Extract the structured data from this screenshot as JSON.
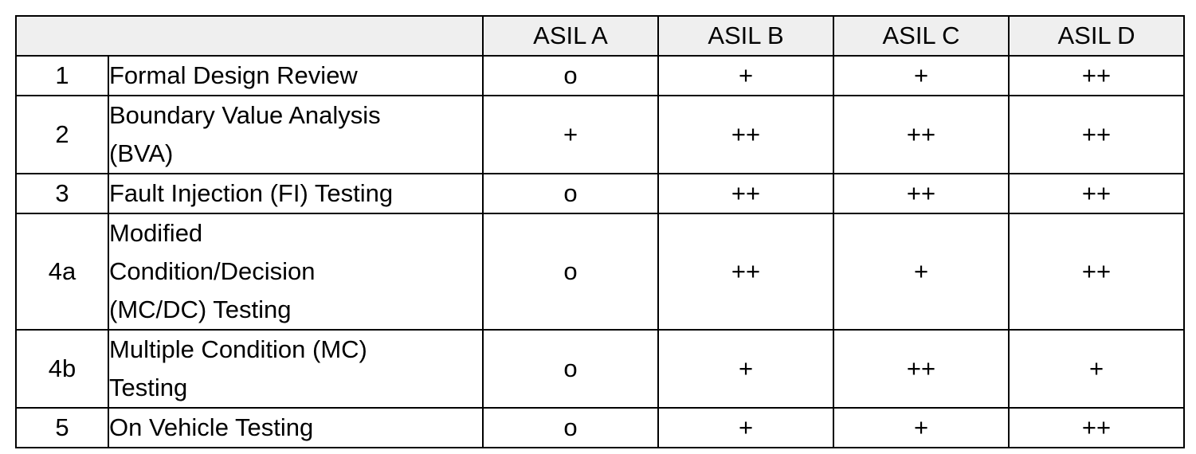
{
  "table": {
    "headers": [
      "",
      "ASIL A",
      "ASIL B",
      "ASIL C",
      "ASIL D"
    ],
    "rows": [
      {
        "id": "1",
        "method": "Formal Design Review",
        "ratings": [
          "o",
          "+",
          "+",
          "++"
        ]
      },
      {
        "id": "2",
        "method": "Boundary Value Analysis\n(BVA)",
        "ratings": [
          "+",
          "++",
          "++",
          "++"
        ]
      },
      {
        "id": "3",
        "method": "Fault Injection (FI) Testing",
        "ratings": [
          "o",
          "++",
          "++",
          "++"
        ]
      },
      {
        "id": "4a",
        "method": "Modified\nCondition/Decision\n(MC/DC) Testing",
        "ratings": [
          "o",
          "++",
          "+",
          "++"
        ]
      },
      {
        "id": "4b",
        "method": "Multiple Condition (MC)\nTesting",
        "ratings": [
          "o",
          "+",
          "++",
          "+"
        ]
      },
      {
        "id": "5",
        "method": "On Vehicle Testing",
        "ratings": [
          "o",
          "+",
          "+",
          "++"
        ]
      }
    ]
  }
}
